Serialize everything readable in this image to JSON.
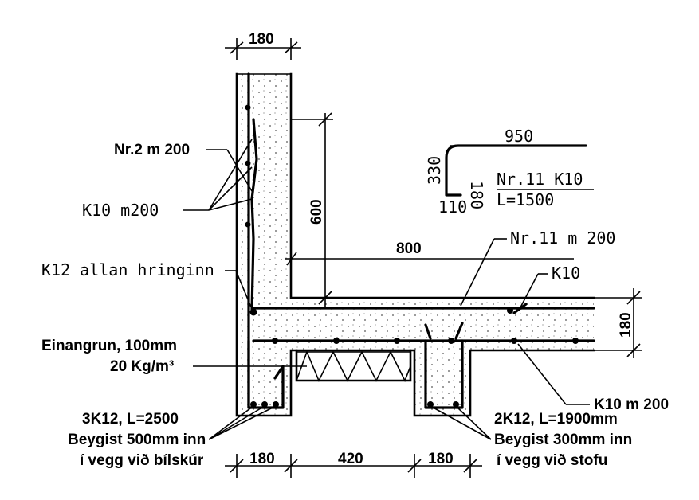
{
  "dimensions": {
    "wall_width_top": "180",
    "wall_height": "600",
    "slab_span": "800",
    "slab_thickness": "180",
    "footing_left_width": "180",
    "gap_width": "420",
    "footing_right_width": "180"
  },
  "bend_detail": {
    "top_length": "950",
    "hook_height_outer": "330",
    "hook_height_inner": "180",
    "bottom_length": "110",
    "bar_mark": "Nr.11  K10",
    "bar_length": "L=1500"
  },
  "labels": {
    "wall_bars_nr2": "Nr.2 m 200",
    "wall_bars_k10": "K10  m200",
    "ring_bar": "K12 allan hringinn",
    "slab_bar_nr11": "Nr.11  m  200",
    "slab_bar_k10": "K10",
    "insulation_line1": "Einangrun, 100mm",
    "insulation_line2": "20 Kg/m³",
    "bottom_bar_k10": "K10 m 200",
    "left_footing_line1": "3K12, L=2500",
    "left_footing_line2": "Beygist 500mm inn",
    "left_footing_line3": "í vegg við bílskúr",
    "right_footing_line1": "2K12, L=1900mm",
    "right_footing_line2": "Beygist 300mm inn",
    "right_footing_line3": "í vegg við stofu"
  }
}
